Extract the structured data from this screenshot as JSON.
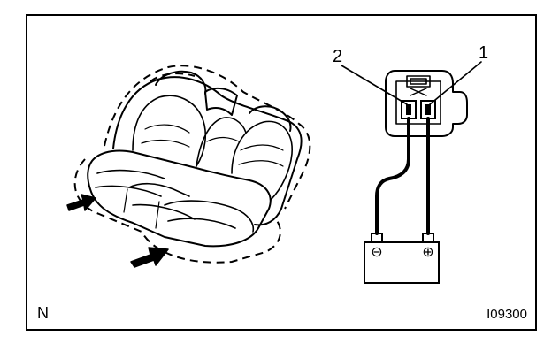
{
  "labels": {
    "terminal_2": "2",
    "terminal_1": "1",
    "corner_code": "N",
    "figure_id": "I09300"
  },
  "battery": {
    "negative_symbol": "⊖",
    "positive_symbol": "⊕"
  },
  "colors": {
    "ink": "#000000",
    "background": "#ffffff"
  }
}
